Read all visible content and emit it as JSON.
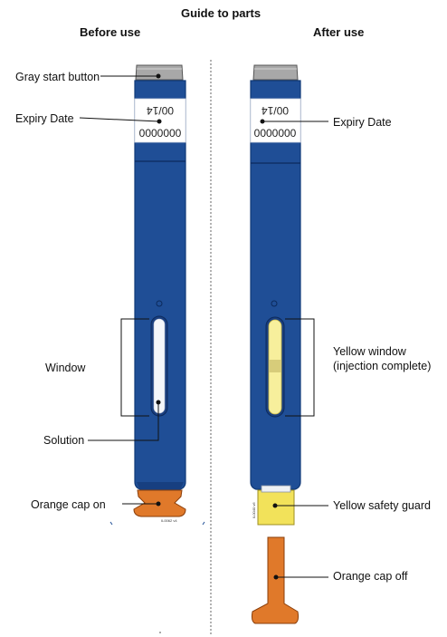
{
  "title": "Guide to parts",
  "headings": {
    "before": "Before use",
    "after": "After use"
  },
  "before_labels": {
    "start_button": "Gray start button",
    "expiry": "Expiry Date",
    "window": "Window",
    "solution": "Solution",
    "cap_on": "Orange cap on"
  },
  "after_labels": {
    "expiry": "Expiry Date",
    "yellow_window_1": "Yellow window",
    "yellow_window_2": "(injection complete)",
    "safety_guard": "Yellow safety guard",
    "cap_off": "Orange cap off"
  },
  "label_text": {
    "expiry_code": "00/14",
    "lot_code": "0000000",
    "ref_before": "IL0062 v4",
    "ref_after": "IL0040 v6"
  },
  "colors": {
    "pen_blue": "#1f4e96",
    "pen_blue_dark": "#123a78",
    "button_gray": "#a8a8a8",
    "cap_orange": "#e0792a",
    "guard_yellow": "#f2e25a",
    "window_yellow": "#f7ef9c"
  }
}
